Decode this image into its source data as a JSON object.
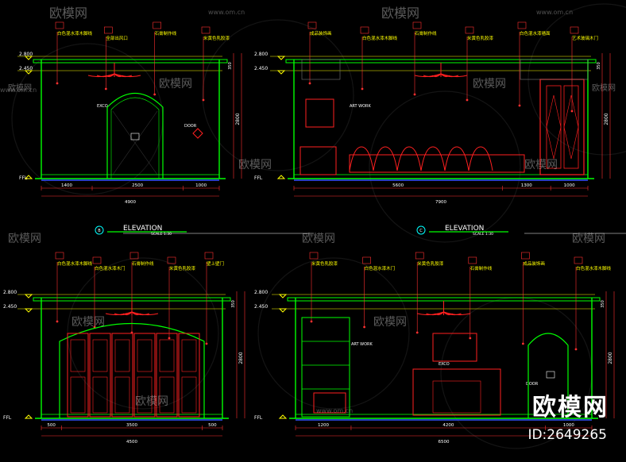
{
  "panels": [
    {
      "levels": [
        "2.800",
        "2.450"
      ],
      "ffl": "FFL",
      "notes": [
        "白色混水漆木脚线",
        "全部出风口",
        "石膏制作线",
        "米黄色乳胶漆"
      ],
      "dims_bottom": [
        "1400",
        "2500",
        "1000"
      ],
      "dims_total": "4900",
      "dims_side": [
        "2800",
        "350"
      ],
      "tags": [
        "EXCO",
        "DOOR"
      ]
    },
    {
      "levels": [
        "2.800",
        "2.450"
      ],
      "ffl": "FFL",
      "notes": [
        "成品装饰画",
        "白色混水漆木脚线",
        "石膏制作线",
        "米黄色乳胶漆",
        "白色混水漆墙面",
        "艺术玻璃木门"
      ],
      "dims_bottom": [
        "5600",
        "1300",
        "1000"
      ],
      "dims_total": "7900",
      "dims_side": [
        "2800",
        "350"
      ],
      "tags": [
        "ART WORK"
      ]
    },
    {
      "levels": [
        "2.800",
        "2.450"
      ],
      "ffl": "FFL",
      "notes": [
        "白色混水漆木脚线",
        "白色混水漆木门",
        "石膏制作线",
        "米黄色乳胶漆",
        "壁上壁门"
      ],
      "dims_bottom": [
        "500",
        "3500",
        "500"
      ],
      "dims_total": "4500",
      "dims_side": [
        "2800",
        "350"
      ],
      "tags": []
    },
    {
      "levels": [
        "2.800",
        "2.450"
      ],
      "ffl": "FFL",
      "notes": [
        "米黄色乳胶漆",
        "白色混水漆木门",
        "米黄色乳胶漆",
        "石膏制作线",
        "成品装饰画",
        "白色混水漆木脚线"
      ],
      "dims_bottom": [
        "1200",
        "4200",
        "1000"
      ],
      "dims_total": "6500",
      "dims_side": [
        "2800",
        "350"
      ],
      "tags": [
        "ART WORK",
        "EXCO",
        "DOOR"
      ]
    }
  ],
  "titles": [
    {
      "label": "ELEVATION",
      "scale": "SCALE 1:30",
      "code": "B"
    },
    {
      "label": "ELEVATION",
      "scale": "SCALE 1:30",
      "code": "C"
    }
  ],
  "watermark": {
    "cn": "欧模网",
    "url": "www.om.cn",
    "url_short": "om.cn"
  },
  "brand": {
    "name": "欧模网",
    "id": "ID:2649265"
  },
  "colors": {
    "wall": "#00ff00",
    "dim": "#ff3030",
    "note": "#ffff00",
    "furniture": "#ff2020",
    "level": "#ffff00",
    "text": "#ffffff",
    "cyan": "#00ffff"
  }
}
